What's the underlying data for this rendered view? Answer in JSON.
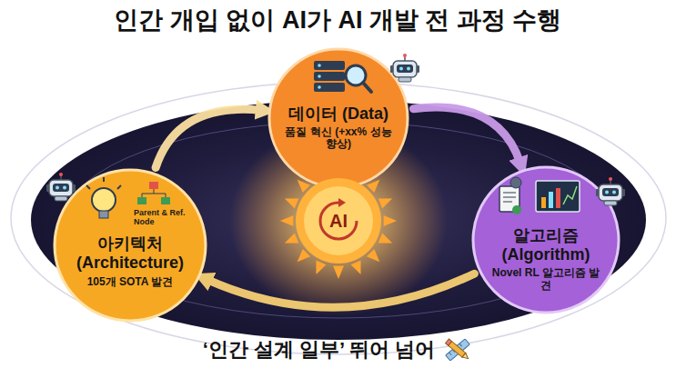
{
  "diagram": {
    "title": "인간 개입 없이 AI가 AI 개발 전 과정 수행",
    "caption": "‘인간 설계 일부’ 뛰어 넘어",
    "nodes": [
      {
        "text": [
          "데이터 (Data)",
          "품질 혁신 (+xx% 성능 향상)"
        ]
      },
      {
        "text": [
          "Parent & Ref. Node",
          "아키텍처 (Architecture)",
          "105개 SOTA 발견"
        ]
      },
      {
        "text": [
          "AI"
        ]
      },
      {
        "text": [
          "알고리즘 (Algorithm)",
          "Novel RL 알고리즘 발견"
        ]
      }
    ],
    "edges": [
      {
        "from": 1,
        "to": 0,
        "arrow": "to"
      },
      {
        "from": 0,
        "to": 3,
        "arrow": "to"
      },
      {
        "from": 3,
        "to": 1,
        "arrow": "to"
      }
    ]
  }
}
